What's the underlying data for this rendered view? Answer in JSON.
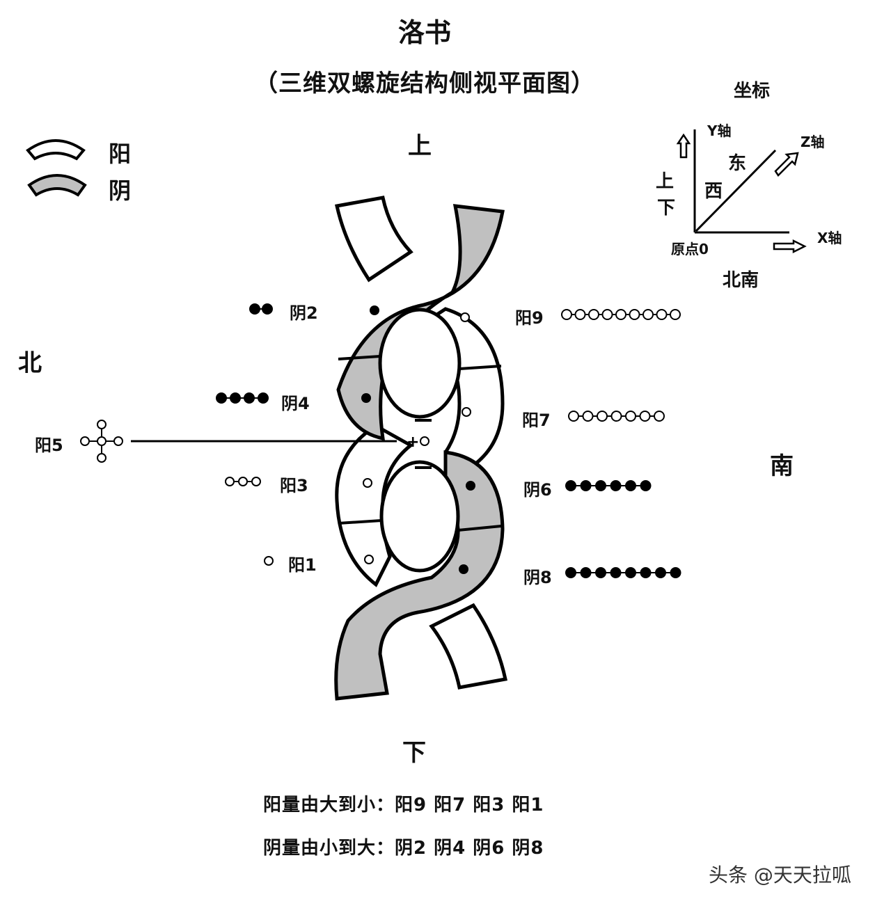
{
  "title": "洛书",
  "subtitle": "（三维双螺旋结构侧视平面图）",
  "legend": {
    "yang": "阳",
    "yin": "阴",
    "yang_color": "#ffffff",
    "yin_color": "#c0c0c0"
  },
  "directions": {
    "up": "上",
    "down": "下",
    "north": "北",
    "south": "南"
  },
  "coords": {
    "title": "坐标",
    "y_axis": "Y轴",
    "z_axis": "Z轴",
    "x_axis": "X轴",
    "origin": "原点0",
    "east": "东",
    "west": "西",
    "up": "上",
    "down": "下",
    "north_south": "北南"
  },
  "numbers": {
    "yin2": "阴2",
    "yin4": "阴4",
    "yang5": "阳5",
    "yang3": "阳3",
    "yang1": "阳1",
    "yang9": "阳9",
    "yang7": "阳7",
    "yin6": "阴6",
    "yin8": "阴8"
  },
  "counts": {
    "yin2": 2,
    "yin4": 4,
    "yang3": 3,
    "yang1": 1,
    "yang9": 9,
    "yang7": 7,
    "yin6": 6,
    "yin8": 8
  },
  "summary": {
    "yang_line": "阳量由大到小：阳9  阳7  阳3  阳1",
    "yin_line": "阴量由小到大：阴2  阴4  阴6  阴8"
  },
  "helix_center_mark": "+",
  "watermark": "头条 @天天拉呱"
}
